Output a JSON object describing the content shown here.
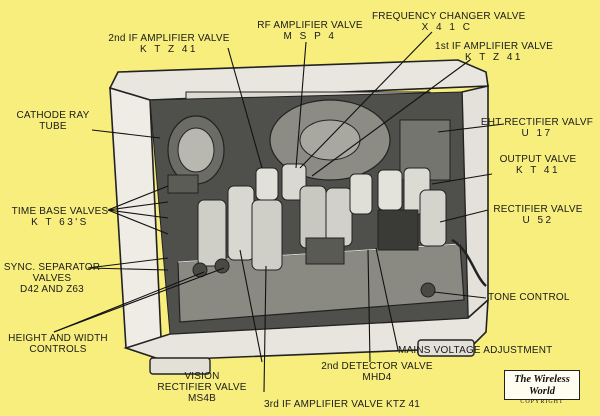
{
  "colors": {
    "background": "#f7ee7e",
    "cabinet": "#ece9e3",
    "ink": "#1a1a1a",
    "chassis": "#7a7a74"
  },
  "labels": {
    "if2": {
      "line1": "2nd IF AMPLIFIER VALVE",
      "line2": "K T Z 41"
    },
    "rf": {
      "line1": "RF AMPLIFIER VALVE",
      "line2": "M S P 4"
    },
    "freq": {
      "line1": "FREQUENCY CHANGER VALVE",
      "line2": "X 4 1 C"
    },
    "if1": {
      "line1": "1st IF AMPLIFIER VALVE",
      "line2": "K T Z 41"
    },
    "crt": {
      "line1": "CATHODE RAY",
      "line2": "TUBE"
    },
    "eht": {
      "line1": "EHT RECTIFIER VALVF",
      "line2": "U 17"
    },
    "output": {
      "line1": "OUTPUT VALVE",
      "line2": "K T 41"
    },
    "timebase": {
      "line1": "TIME BASE VALVES",
      "line2": "K T 63'S"
    },
    "rectifier": {
      "line1": "RECTIFIER VALVE",
      "line2": "U 52"
    },
    "sync": {
      "line1": "SYNC. SEPARATOR",
      "line2": "VALVES",
      "line3": "D42 AND Z63"
    },
    "tone": {
      "line1": "TONE CONTROL"
    },
    "height": {
      "line1": "HEIGHT AND WIDTH",
      "line2": "CONTROLS"
    },
    "mains": {
      "line1": "MAINS VOLTAGE ADJUSTMENT"
    },
    "detector": {
      "line1": "2nd DETECTOR VALVE",
      "line2": "MHD4"
    },
    "vision": {
      "line1": "VISION",
      "line2": "RECTIFIER VALVE",
      "line3": "MS4B"
    },
    "if3": {
      "line1": "3rd IF AMPLIFIER VALVE KTZ 41"
    }
  },
  "copyright": {
    "brand": "The Wireless World",
    "notice": "COPYRIGHT"
  }
}
